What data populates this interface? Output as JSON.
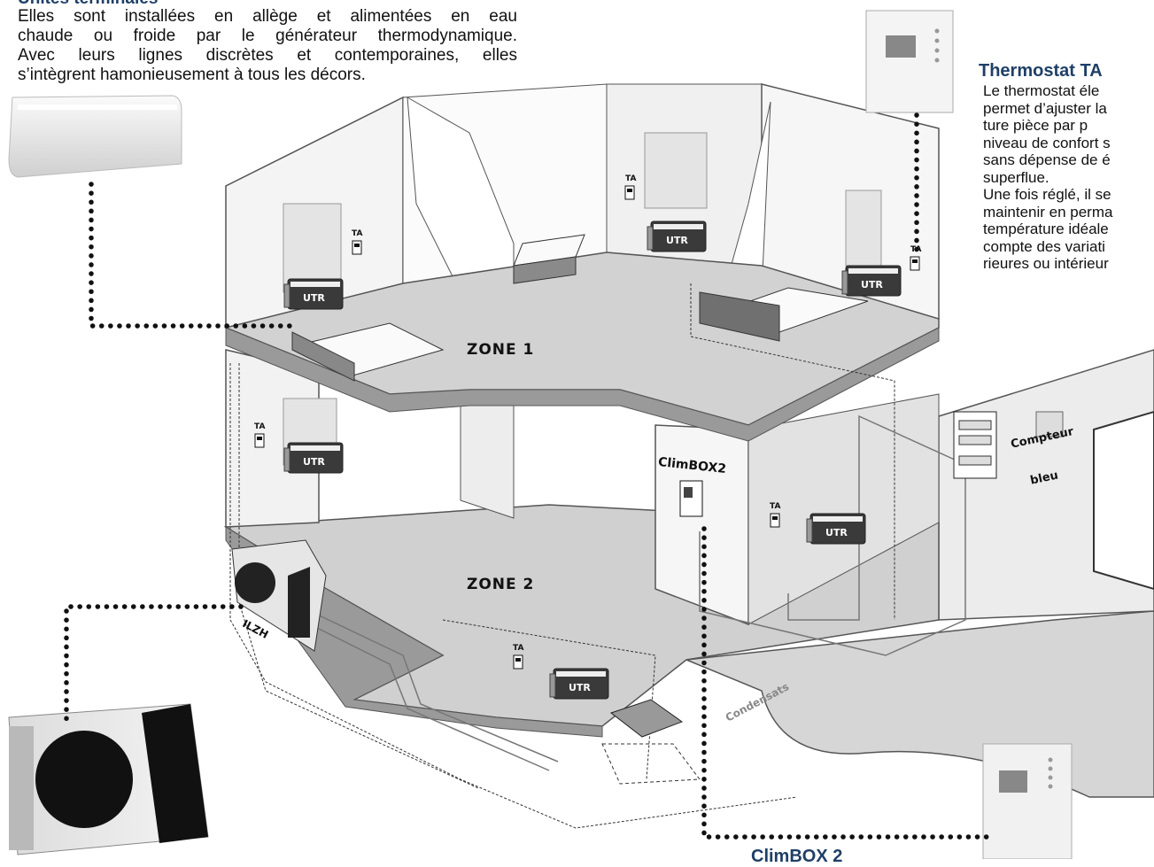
{
  "terminal_units": {
    "title": "Unités terminales",
    "body_lines": [
      "Elles sont installées en allège et alimentées en eau",
      "chaude ou froide par le générateur thermodynamique.",
      "Avec leurs lignes discrètes et contemporaines, elles",
      "s’intègrent hamonieusement à tous les décors."
    ]
  },
  "thermostat": {
    "title": "Thermostat TA",
    "body_lines": [
      "Le thermostat éle",
      "permet d’ajuster la",
      "ture pièce par p",
      "niveau de confort s",
      "sans dépense de é",
      "superflue.",
      "Une fois réglé, il se",
      "maintenir en perma",
      "température idéale",
      "compte des variati",
      "rieures ou intérieur"
    ]
  },
  "labels": {
    "zone1": "ZONE 1",
    "zone2": "ZONE 2",
    "climbox2": "ClimBOX2",
    "compteur_line1": "Compteur",
    "compteur_line2": "bleu",
    "ilzh": "ILZH",
    "condensats": "Condensats",
    "ta": "TA",
    "utr": "UTR",
    "climbox_bottom": "ClimBOX 2"
  },
  "colors": {
    "heading": "#1f3f66",
    "floor": "#cfcfcf",
    "wall": "#f2f2f2",
    "edge": "#555555",
    "utr_front": "#3a3a3a"
  }
}
